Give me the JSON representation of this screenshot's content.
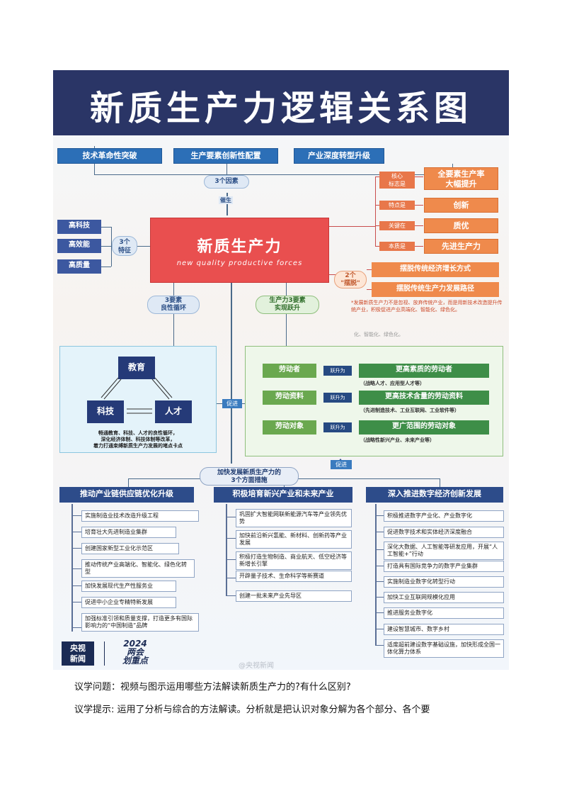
{
  "poster": {
    "title": "新质生产力逻辑关系图",
    "factors": [
      "技术革命性突破",
      "生产要素创新性配置",
      "产业深度转型升级"
    ],
    "factors_pill": "3个因素",
    "cuisheng": "催生",
    "features": [
      "高科技",
      "高效能",
      "高质量"
    ],
    "features_pill": "3个\n特征",
    "core_cn": "新质生产力",
    "core_en": "new quality productive forces",
    "right_tags": [
      "核心\n标志是",
      "特点是",
      "关键在",
      "本质是"
    ],
    "right_boxes": [
      "全要素生产率\n大幅提升",
      "创新",
      "质优",
      "先进生产力"
    ],
    "baituo_pill": "2个\n\"摆脱\"",
    "baituo": [
      "摆脱传统经济增长方式",
      "摆脱传统生产力发展路径"
    ],
    "note": "*发展新质生产力不是忽视、放弃传统产业，而是用新技术改造提升传统产业，积极促进产业高端化、智能化、绿色化。",
    "note_tail": "化、智能化、绿色化。",
    "cycle_pill": "3要素\n良性循环",
    "leap_pill": "生产力3要素\n实现跃升",
    "cycle": {
      "nodes": [
        "教育",
        "科技",
        "人才"
      ],
      "caption": "畅通教育、科技、人才的良性循环，\n深化经济体制、科技体制等改革，\n着力打通束缚新质生产力发展的堵点卡点"
    },
    "promote1": "促进",
    "promote2": "促进",
    "leap": {
      "arrow": "跃升为",
      "rows": [
        {
          "left": "劳动者",
          "right": "更高素质的劳动者",
          "sub": "（战略人才、应用型人才等）"
        },
        {
          "left": "劳动资料",
          "right": "更高技术含量的劳动资料",
          "sub": "（先进制造技术、工业互联网、工业软件等）"
        },
        {
          "left": "劳动对象",
          "right": "更广范围的劳动对象",
          "sub": "（战略性新兴产业、未来产业等）"
        }
      ]
    },
    "measures_title": "加快发展新质生产力的\n3个方面措施",
    "columns": [
      {
        "head": "推动产业链供应链优化升级",
        "items": [
          "实施制造业技术改造升级工程",
          "培育壮大先进制造业集群",
          "创建国家新型工业化示范区",
          "推动传统产业高端化、智能化、绿色化转型",
          "加快发展现代生产性服务业",
          "促进中小企业专精特新发展",
          "加强标准引领和质量支撑，打造更多有国际影响力的“中国制造”品牌"
        ]
      },
      {
        "head": "积极培育新兴产业和未来产业",
        "items": [
          "巩固扩大智能网联新能源汽车等产业领先优势",
          "加快前沿新兴氢能、新材料、创新药等产业发展",
          "积极打造生物制造、商业航天、低空经济等新增长引擎",
          "开辟量子技术、生命科学等新赛道",
          "创建一批未来产业先导区"
        ]
      },
      {
        "head": "深入推进数字经济创新发展",
        "items": [
          "积极推进数字产业化、产业数字化",
          "促进数字技术和实体经济深度融合",
          "深化大数据、人工智能等研发应用，开展“人工智能+”行动",
          "打造具有国际竞争力的数字产业集群",
          "实施制造业数字化转型行动",
          "加快工业互联网规模化应用",
          "推进服务业数字化",
          "建设智慧城市、数字乡村",
          "适度超前建设数字基础设施，加快形成全国一体化算力体系"
        ]
      }
    ],
    "logo_cctv": "央视\n新闻",
    "logo_lh": "2024\n两会\n划重点",
    "watermark": "@央视新闻"
  },
  "question": "议学问题：视频与图示运用哪些方法解读新质生产力的?有什么区别?",
  "hint": "议学提示: 运用了分析与综合的方法解读。分析就是把认识对象分解为各个部分、各个要"
}
